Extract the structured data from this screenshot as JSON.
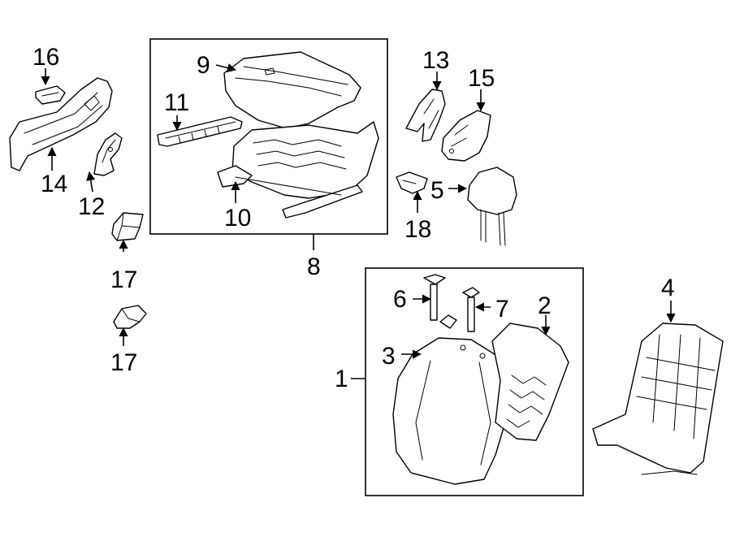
{
  "diagram": {
    "background": "#ffffff",
    "ink": "#000000",
    "callouts": {
      "c1": "1",
      "c2": "2",
      "c3": "3",
      "c4": "4",
      "c5": "5",
      "c6": "6",
      "c7": "7",
      "c8": "8",
      "c9": "9",
      "c10": "10",
      "c11": "11",
      "c12": "12",
      "c13": "13",
      "c14": "14",
      "c15": "15",
      "c16": "16",
      "c17a": "17",
      "c17b": "17",
      "c18": "18"
    }
  }
}
